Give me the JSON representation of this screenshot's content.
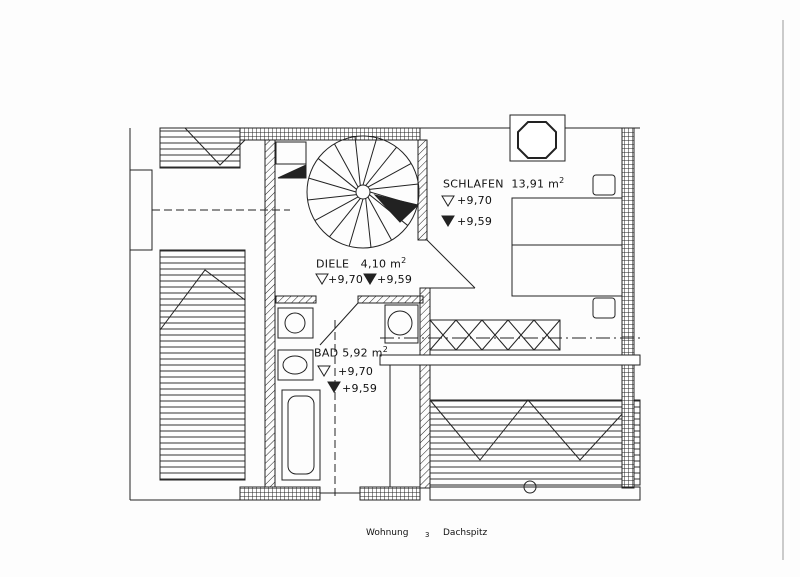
{
  "rooms": {
    "schlafen": {
      "name": "SCHLAFEN",
      "area": "13,91 m",
      "level_top": "+9,70",
      "level_floor": "+9,59"
    },
    "diele": {
      "name": "DIELE",
      "area": "4,10 m",
      "level_top": "+9,70",
      "level_floor": "+9,59"
    },
    "bad": {
      "name": "BAD",
      "area": "5,92 m",
      "level_top": "+9,70",
      "level_floor": "+9,59"
    }
  },
  "area_unit_exp": "2",
  "caption": {
    "left": "Wohnung",
    "number": "3",
    "right": "Dachspitz"
  }
}
